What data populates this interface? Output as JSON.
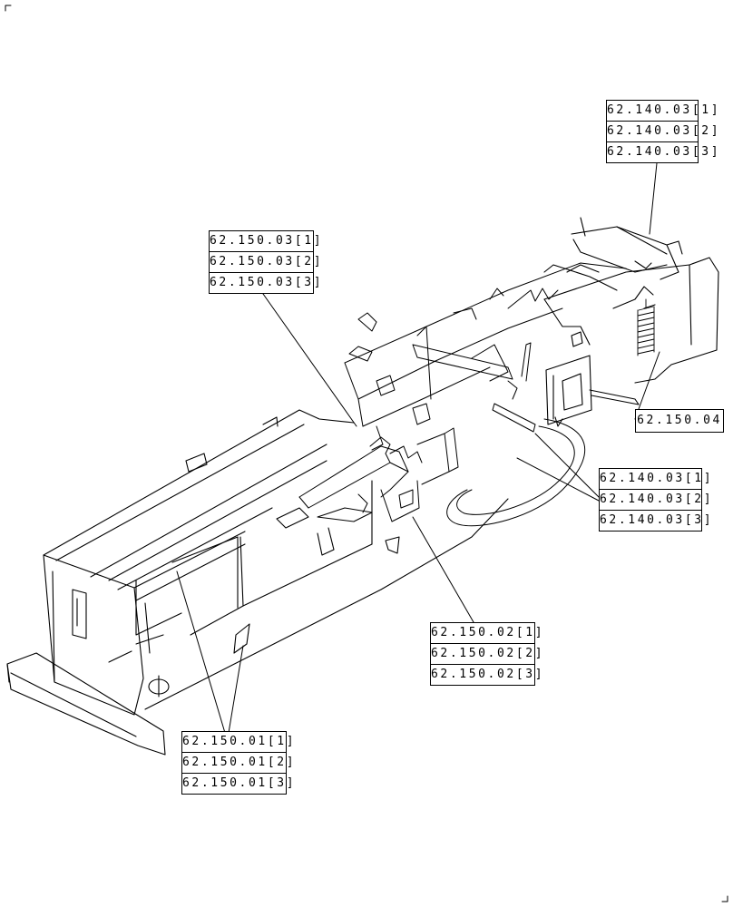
{
  "callouts": {
    "c140_top": [
      "62.140.03[1]",
      "62.140.03[2]",
      "62.140.03[3]"
    ],
    "c150_03": [
      "62.150.03[1]",
      "62.150.03[2]",
      "62.150.03[3]"
    ],
    "c150_04": [
      "62.150.04"
    ],
    "c140_mid": [
      "62.140.03[1]",
      "62.140.03[2]",
      "62.140.03[3]"
    ],
    "c150_02": [
      "62.150.02[1]",
      "62.150.02[2]",
      "62.150.02[3]"
    ],
    "c150_01": [
      "62.150.01[1]",
      "62.150.01[2]",
      "62.150.01[3]"
    ]
  },
  "colors": {
    "line": "#000000",
    "background": "#ffffff"
  }
}
